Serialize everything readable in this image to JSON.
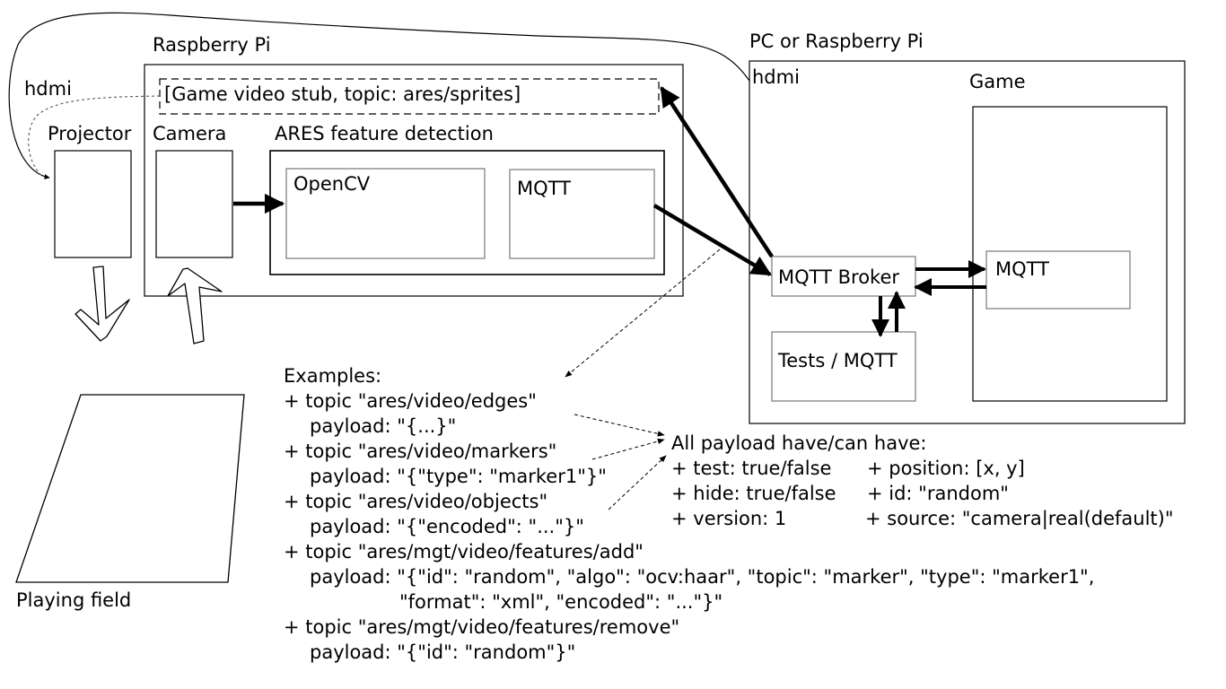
{
  "labels": {
    "raspberry_pi": "Raspberry Pi",
    "pc_or_pi": "PC or Raspberry Pi",
    "hdmi_left": "hdmi",
    "hdmi_right": "hdmi",
    "game_video_stub": "[Game video stub, topic: ares/sprites]",
    "projector": "Projector",
    "camera": "Camera",
    "ares_feature_detection": "ARES feature detection",
    "opencv": "OpenCV",
    "mqtt_pi": "MQTT",
    "game": "Game",
    "mqtt_broker": "MQTT Broker",
    "mqtt_game": "MQTT",
    "tests_mqtt": "Tests / MQTT",
    "playing_field": "Playing field"
  },
  "examples": {
    "title": "Examples:",
    "lines": [
      "+ topic \"ares/video/edges\"",
      "payload: \"{...}\"",
      "+ topic \"ares/video/markers\"",
      "payload: \"{\"type\": \"marker1\"}\"",
      "+ topic \"ares/video/objects\"",
      "payload: \"{\"encoded\": \"...\"}\"",
      "+ topic \"ares/mgt/video/features/add\"",
      "payload: \"{\"id\": \"random\", \"algo\": \"ocv:haar\", \"topic\": \"marker\", \"type\": \"marker1\",",
      "\"format\": \"xml\", \"encoded\": \"...\"}\"",
      "+ topic \"ares/mgt/video/features/remove\"",
      "payload: \"{\"id\": \"random\"}\""
    ]
  },
  "payload_info": {
    "title": "All payload have/can have:",
    "left": [
      "+ test: true/false",
      "+ hide: true/false",
      "+ version: 1"
    ],
    "right": [
      "+ position: [x, y]",
      "+ id: \"random\"",
      "+ source: \"camera|real(default)\""
    ]
  }
}
